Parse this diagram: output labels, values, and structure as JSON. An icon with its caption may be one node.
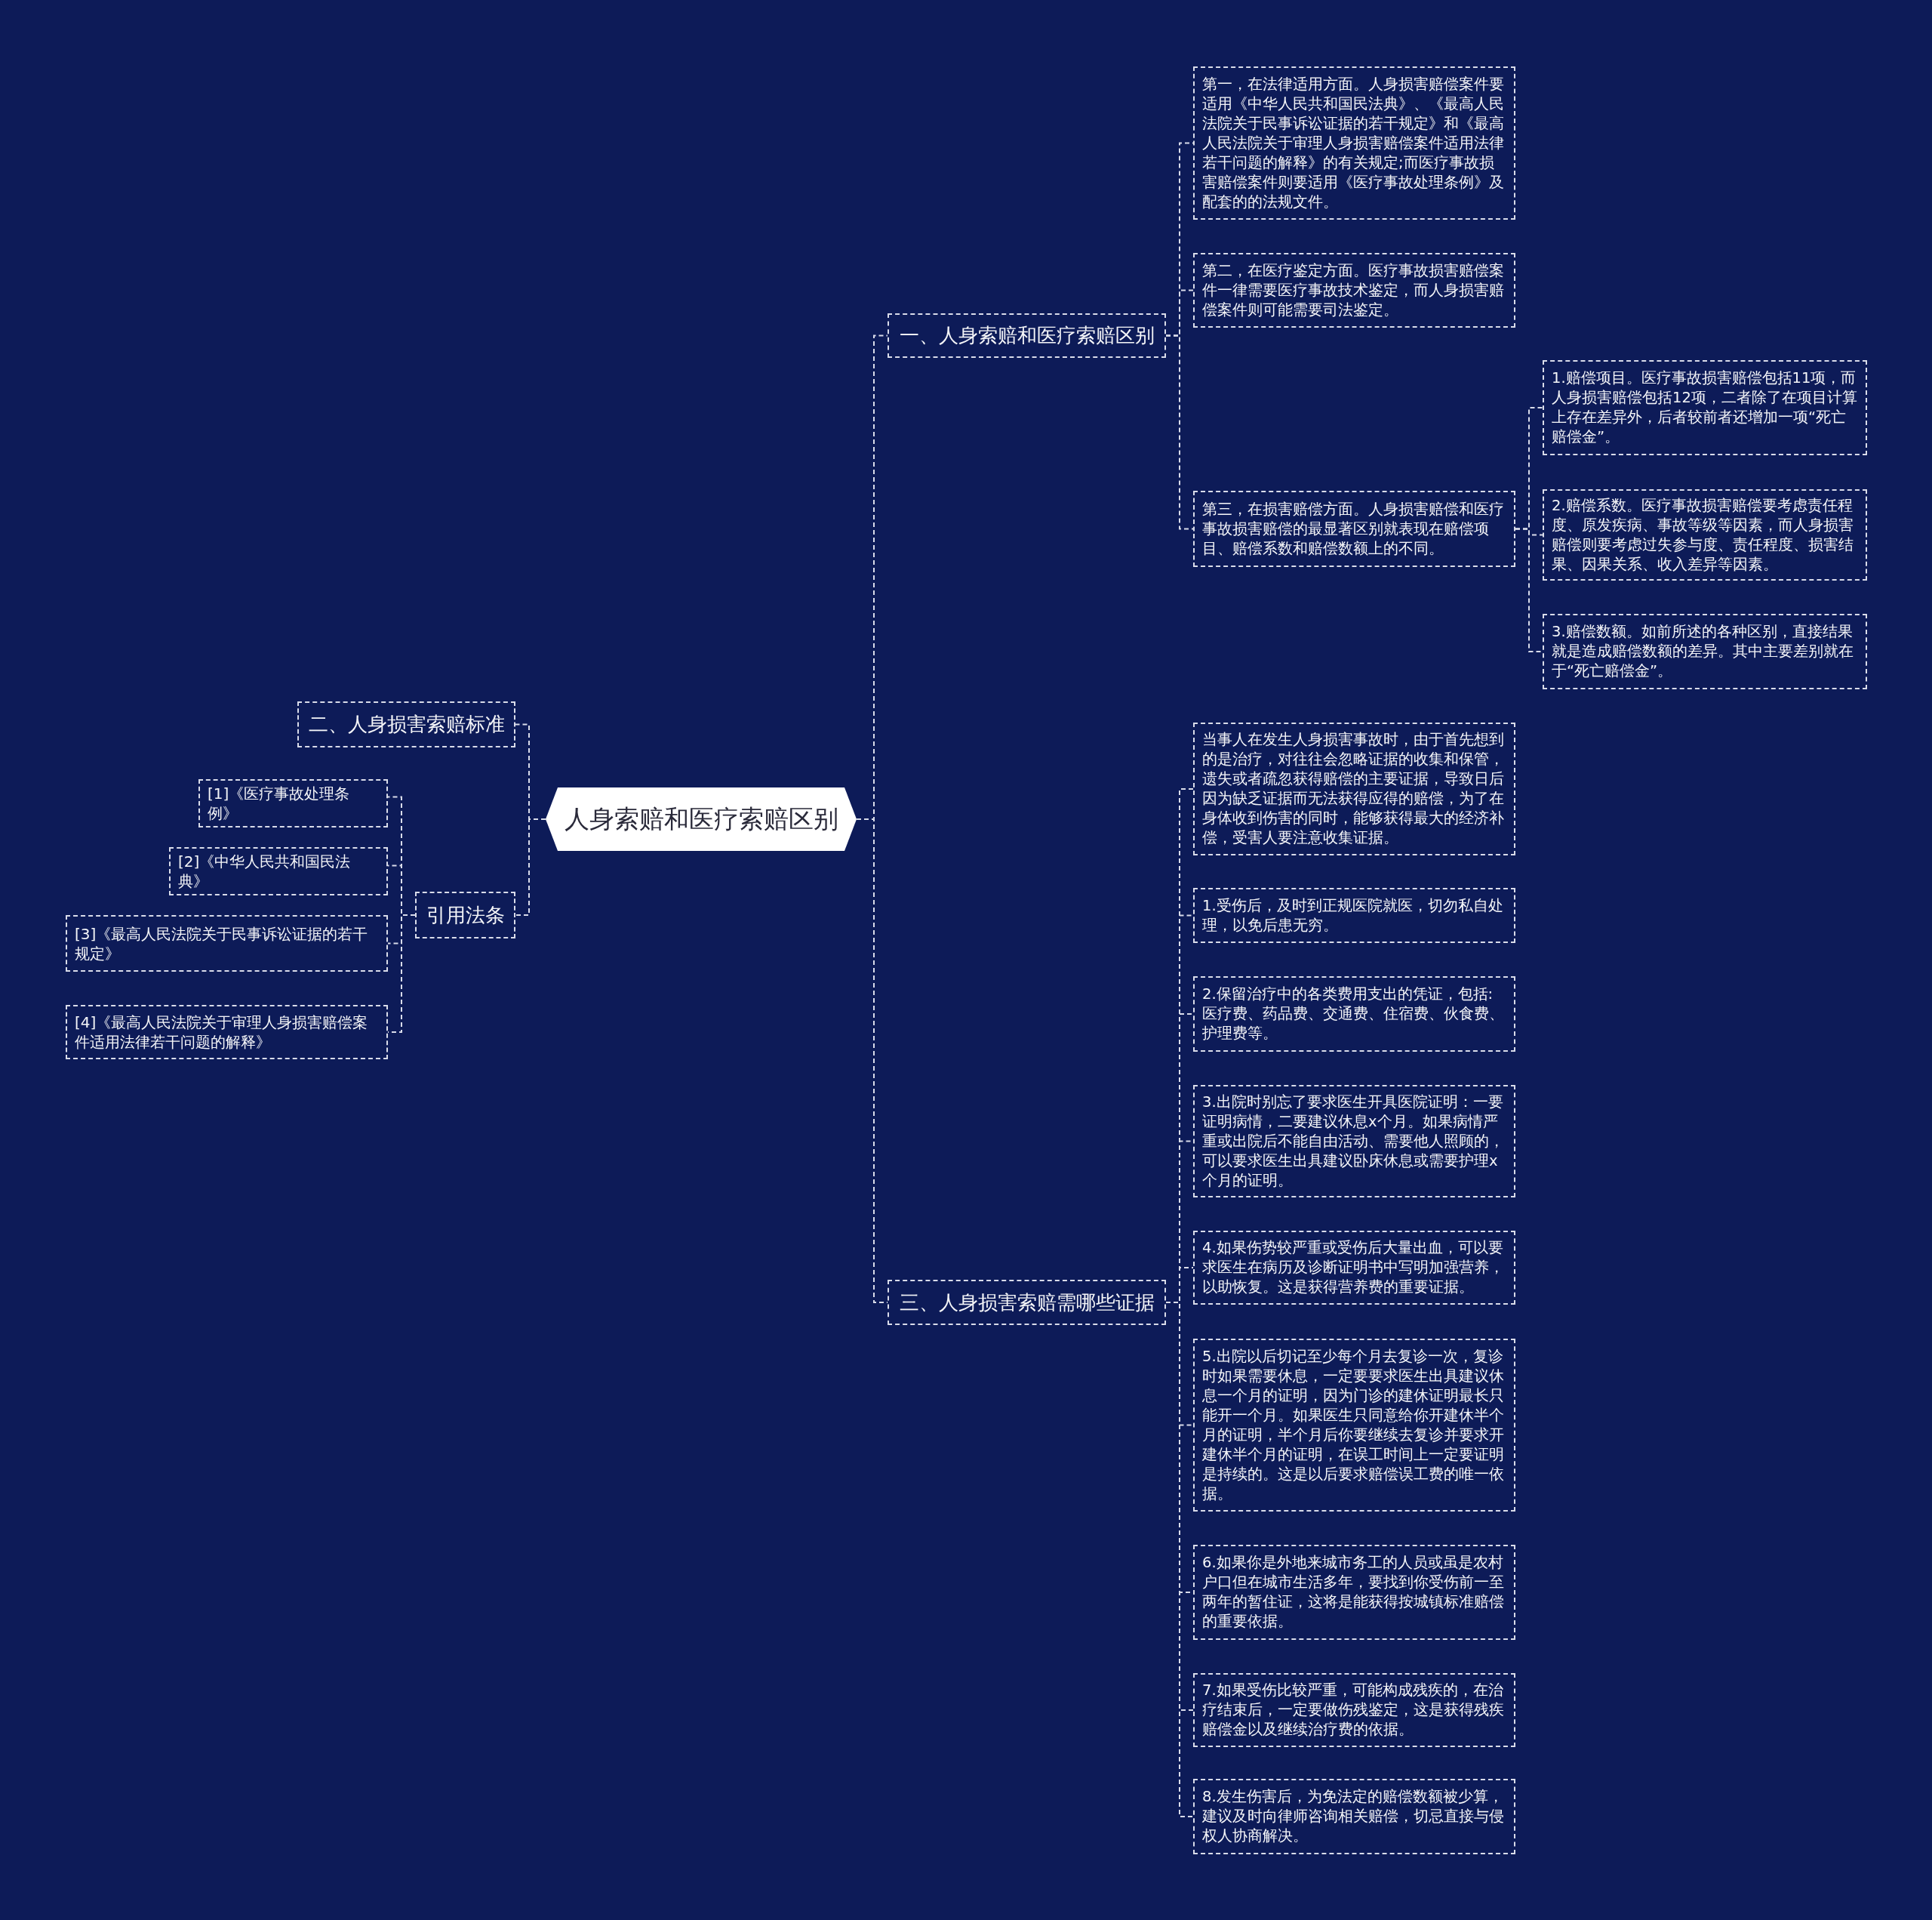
{
  "diagram": {
    "nodes": [
      {
        "text": [
          "人身索赔和医疗索赔区别"
        ]
      },
      {
        "text": [
          "一、人身索赔和医疗索赔区别"
        ]
      },
      {
        "text": [
          "第一，在法律适用方面。人身损害赔偿案件要适用《中华人民共和国民法典》、《最高人民法院关于民事诉讼证据的若干规定》和《最高人民法院关于审理人身损害赔偿案件适用法律若干问题的解释》的有关规定;而医疗事故损害赔偿案件则要适用《医疗事故处理条例》及配套的的法规文件。"
        ]
      },
      {
        "text": [
          "第二，在医疗鉴定方面。医疗事故损害赔偿案件一律需要医疗事故技术鉴定，而人身损害赔偿案件则可能需要司法鉴定。"
        ]
      },
      {
        "text": [
          "第三，在损害赔偿方面。人身损害赔偿和医疗事故损害赔偿的最显著区别就表现在赔偿项目、赔偿系数和赔偿数额上的不同。"
        ]
      },
      {
        "text": [
          "1.赔偿项目。医疗事故损害赔偿包括11项，而人身损害赔偿包括12项，二者除了在项目计算上存在差异外，后者较前者还增加一项“死亡赔偿金”。"
        ]
      },
      {
        "text": [
          "2.赔偿系数。医疗事故损害赔偿要考虑责任程度、原发疾病、事故等级等因素，而人身损害赔偿则要考虑过失参与度、责任程度、损害结果、因果关系、收入差异等因素。"
        ]
      },
      {
        "text": [
          "3.赔偿数额。如前所述的各种区别，直接结果就是造成赔偿数额的差异。其中主要差别就在于“死亡赔偿金”。"
        ]
      },
      {
        "text": [
          "二、人身损害索赔标准"
        ]
      },
      {
        "text": [
          "引用法条"
        ]
      },
      {
        "text": [
          "[1]《医疗事故处理条例》"
        ]
      },
      {
        "text": [
          "[2]《中华人民共和国民法典》"
        ]
      },
      {
        "text": [
          "[3]《最高人民法院关于民事诉讼证据的若干规定》"
        ]
      },
      {
        "text": [
          "[4]《最高人民法院关于审理人身损害赔偿案件适用法律若干问题的解释》"
        ]
      },
      {
        "text": [
          "三、人身损害索赔需哪些证据"
        ]
      },
      {
        "text": [
          "当事人在发生人身损害事故时，由于首先想到的是治疗，对往往会忽略证据的收集和保管，遗失或者疏忽获得赔偿的主要证据，导致日后因为缺乏证据而无法获得应得的赔偿，为了在身体收到伤害的同时，能够获得最大的经济补偿，受害人要注意收集证据。"
        ]
      },
      {
        "text": [
          "1.受伤后，及时到正规医院就医，切勿私自处理，以免后患无穷。"
        ]
      },
      {
        "text": [
          "2.保留治疗中的各类费用支出的凭证，包括:医疗费、药品费、交通费、住宿费、伙食费、护理费等。"
        ]
      },
      {
        "text": [
          "3.出院时别忘了要求医生开具医院证明：一要证明病情，二要建议休息x个月。如果病情严重或出院后不能自由活动、需要他人照顾的，可以要求医生出具建议卧床休息或需要护理x个月的证明。"
        ]
      },
      {
        "text": [
          "4.如果伤势较严重或受伤后大量出血，可以要求医生在病历及诊断证明书中写明加强营养，以助恢复。这是获得营养费的重要证据。"
        ]
      },
      {
        "text": [
          "5.出院以后切记至少每个月去复诊一次，复诊时如果需要休息，一定要要求医生出具建议休息一个月的证明，因为门诊的建休证明最长只能开一个月。如果医生只同意给你开建休半个月的证明，半个月后你要继续去复诊并要求开建休半个月的证明，在误工时间上一定要证明是持续的。这是以后要求赔偿误工费的唯一依据。"
        ]
      },
      {
        "text": [
          "6.如果你是外地来城市务工的人员或虽是农村户口但在城市生活多年，要找到你受伤前一至两年的暂住证，这将是能获得按城镇标准赔偿的重要依据。"
        ]
      },
      {
        "text": [
          "7.如果受伤比较严重，可能构成残疾的，在治疗结束后，一定要做伤残鉴定，这是获得残疾赔偿金以及继续治疗费的依据。"
        ]
      },
      {
        "text": [
          "8.发生伤害后，为免法定的赔偿数额被少算，建议及时向律师咨询相关赔偿，切忌直接与侵权人协商解决。"
        ]
      }
    ],
    "edges": [
      {
        "from": 0,
        "to": 1,
        "arrow": "none"
      },
      {
        "from": 1,
        "to": 2,
        "arrow": "none"
      },
      {
        "from": 1,
        "to": 3,
        "arrow": "none"
      },
      {
        "from": 1,
        "to": 4,
        "arrow": "none"
      },
      {
        "from": 4,
        "to": 5,
        "arrow": "none"
      },
      {
        "from": 4,
        "to": 6,
        "arrow": "none"
      },
      {
        "from": 4,
        "to": 7,
        "arrow": "none"
      },
      {
        "from": 0,
        "to": 8,
        "arrow": "none"
      },
      {
        "from": 0,
        "to": 9,
        "arrow": "none"
      },
      {
        "from": 9,
        "to": 10,
        "arrow": "none"
      },
      {
        "from": 9,
        "to": 11,
        "arrow": "none"
      },
      {
        "from": 9,
        "to": 12,
        "arrow": "none"
      },
      {
        "from": 9,
        "to": 13,
        "arrow": "none"
      },
      {
        "from": 0,
        "to": 14,
        "arrow": "none"
      },
      {
        "from": 14,
        "to": 15,
        "arrow": "none"
      },
      {
        "from": 14,
        "to": 16,
        "arrow": "none"
      },
      {
        "from": 14,
        "to": 17,
        "arrow": "none"
      },
      {
        "from": 14,
        "to": 18,
        "arrow": "none"
      },
      {
        "from": 14,
        "to": 19,
        "arrow": "none"
      },
      {
        "from": 14,
        "to": 20,
        "arrow": "none"
      },
      {
        "from": 14,
        "to": 21,
        "arrow": "none"
      },
      {
        "from": 14,
        "to": 22,
        "arrow": "none"
      },
      {
        "from": 14,
        "to": 23,
        "arrow": "none"
      }
    ]
  }
}
